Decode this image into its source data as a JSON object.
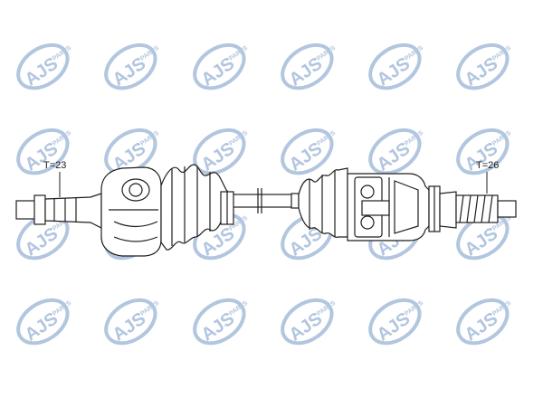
{
  "watermark": {
    "brand": "AJS",
    "suffix": "PARTS",
    "color": "#9fb8d8"
  },
  "drawing": {
    "line_color": "#1f1f1f",
    "fill_color": "#ffffff"
  },
  "labels": {
    "left_spline": "T=23",
    "right_spline": "T=26"
  }
}
